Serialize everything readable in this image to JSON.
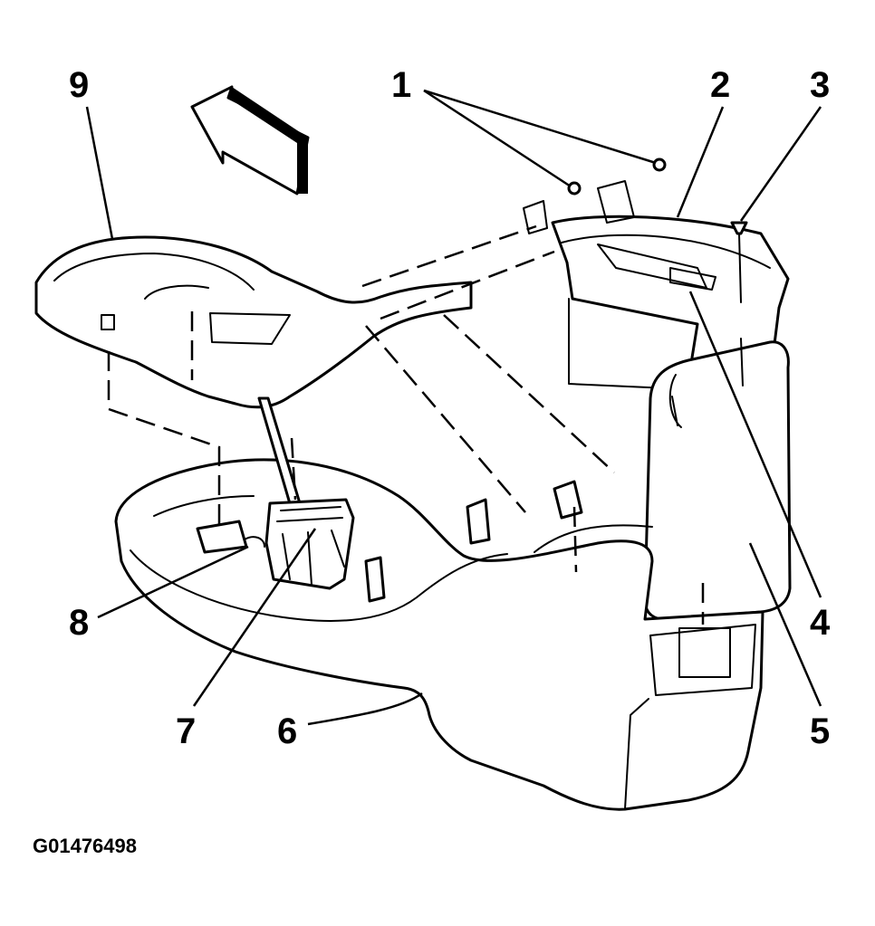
{
  "figure_id": "G01476498",
  "callouts": {
    "c1": "1",
    "c2": "2",
    "c3": "3",
    "c4": "4",
    "c5": "5",
    "c6": "6",
    "c7": "7",
    "c8": "8",
    "c9": "9"
  },
  "icons": [
    "front-direction-arrow-icon"
  ]
}
